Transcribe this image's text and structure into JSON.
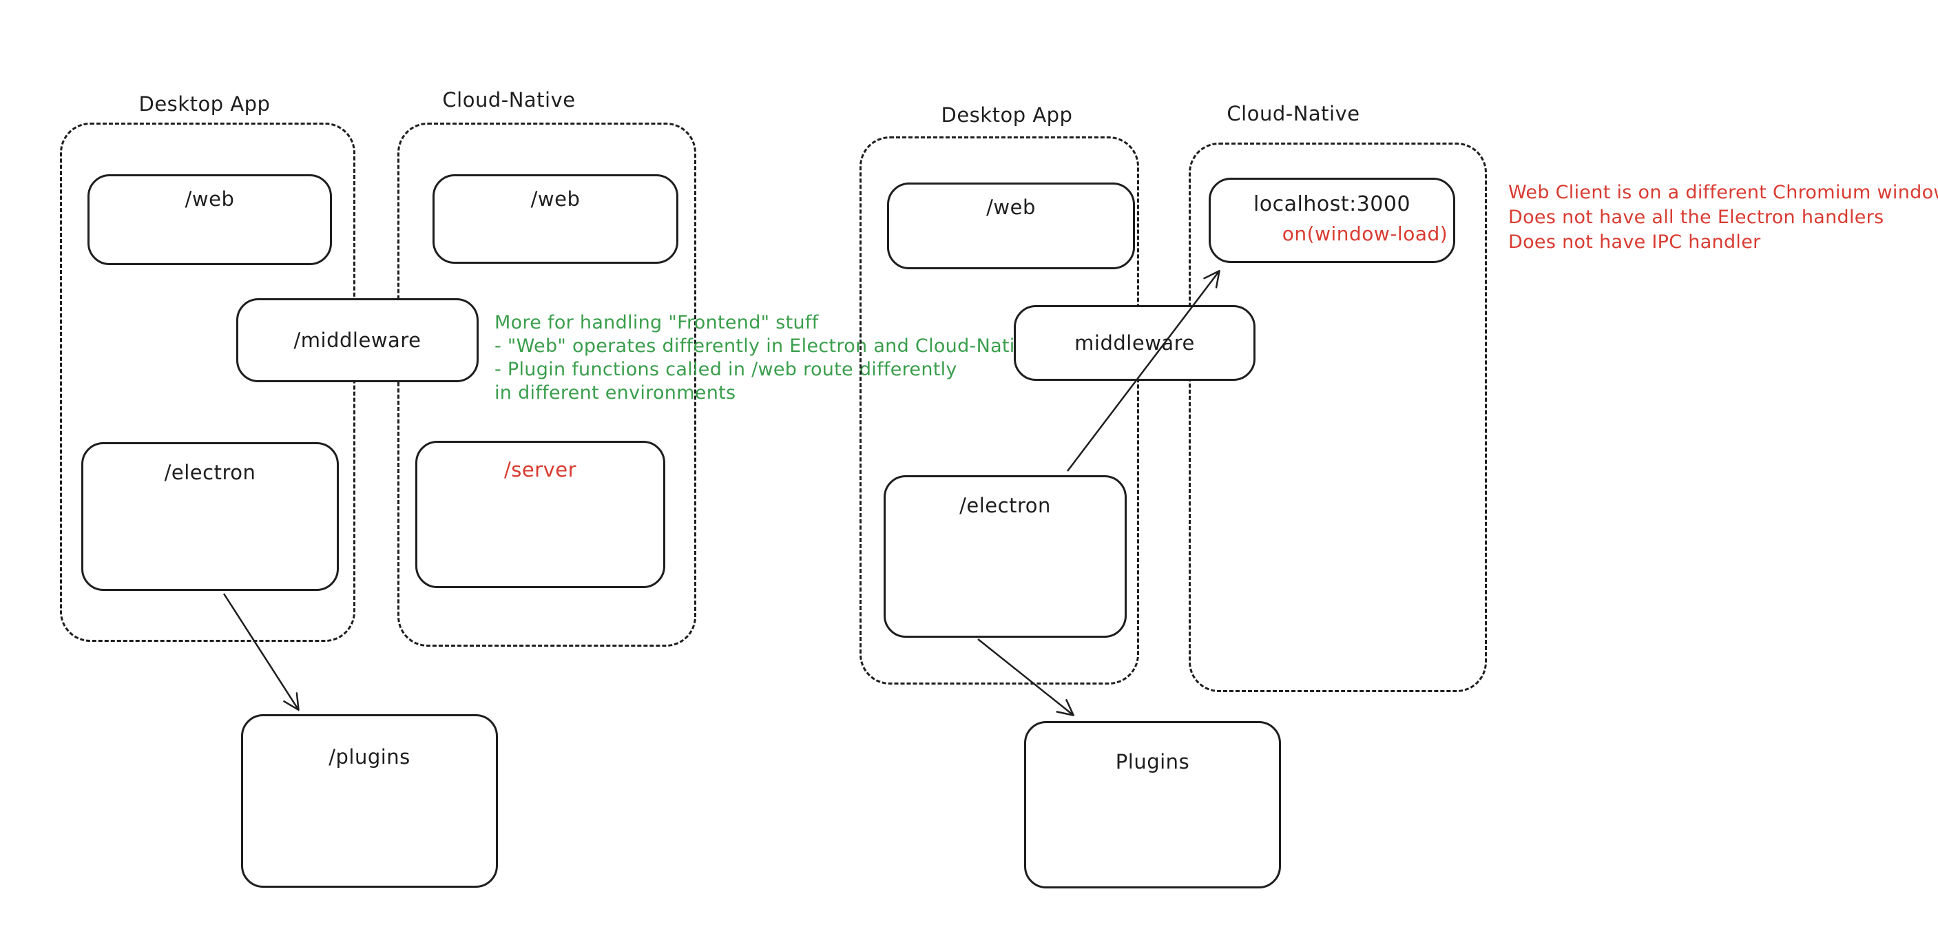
{
  "palette": {
    "ink": "#1e1e1e",
    "green": "#3a9e4c",
    "red": "#d93b31",
    "background": "#ffffff"
  },
  "left_diagram": {
    "desktop_group_label": "Desktop App",
    "cloud_group_label": "Cloud-Native",
    "desktop_web_box": "/web",
    "cloud_web_box": "/web",
    "middleware_box": "/middleware",
    "electron_box": "/electron",
    "server_box": "/server",
    "plugins_box": "/plugins"
  },
  "right_diagram": {
    "desktop_group_label": "Desktop App",
    "cloud_group_label": "Cloud-Native",
    "desktop_web_box": "/web",
    "localhost_box": "localhost:3000",
    "localhost_handler": "on(window-load)",
    "middleware_box": "middleware",
    "electron_box": "/electron",
    "plugins_box": "Plugins"
  },
  "green_note": {
    "lines": [
      "More for handling \"Frontend\" stuff",
      "- \"Web\" operates differently in Electron and Cloud-Native",
      "- Plugin functions called in /web route differently",
      "in different environments"
    ]
  },
  "red_note": {
    "lines": [
      "Web Client is on a different Chromium window",
      "Does not have all the Electron handlers",
      "Does not have IPC handler"
    ]
  }
}
